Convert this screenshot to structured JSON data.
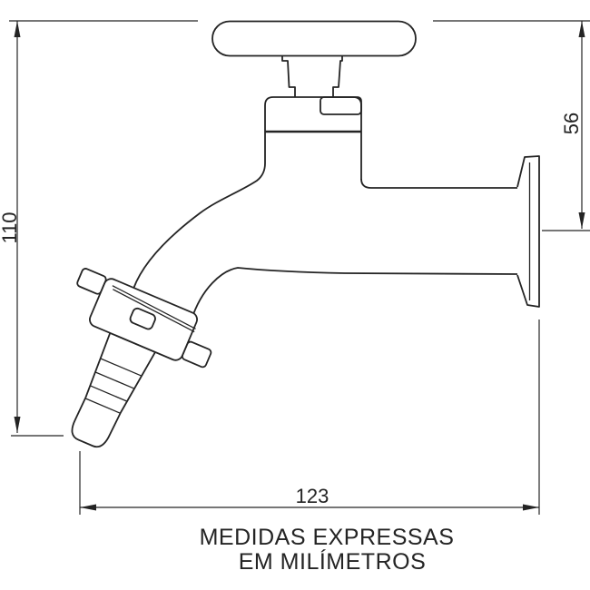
{
  "drawing": {
    "type": "faucet-technical-drawing",
    "dimensions": {
      "height": "110",
      "wall_to_top": "56",
      "width": "123"
    },
    "caption": {
      "line1": "MEDIDAS EXPRESSAS",
      "line2": "EM MILÍMETROS"
    },
    "colors": {
      "line": "#242424",
      "background": "#ffffff"
    }
  }
}
